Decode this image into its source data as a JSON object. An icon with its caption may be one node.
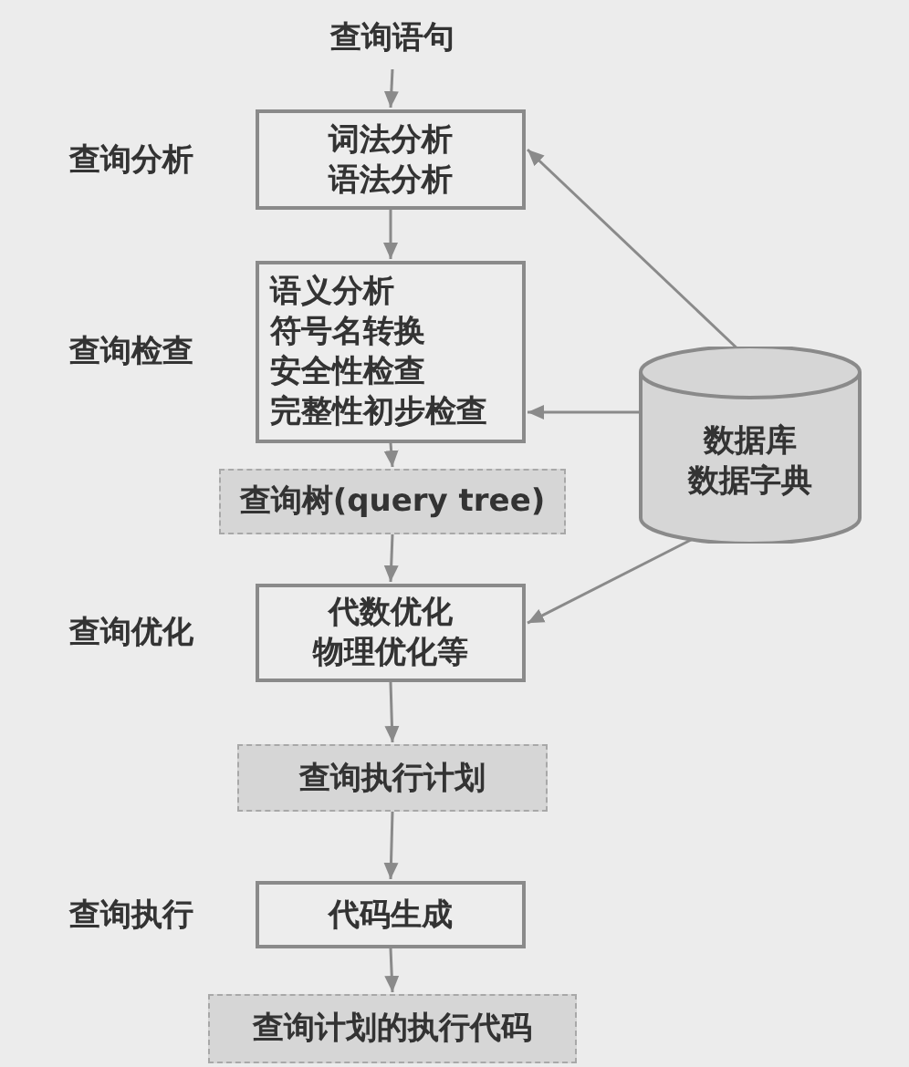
{
  "diagram": {
    "nodes": [
      {
        "text": [
          "查询语句"
        ]
      },
      {
        "text": [
          "词法分析",
          "语法分析"
        ],
        "beside": [
          "查询分析"
        ]
      },
      {
        "text": [
          "语义分析",
          "符号名转换",
          "安全性检查",
          "完整性初步检查"
        ],
        "beside": [
          "查询检查"
        ]
      },
      {
        "text": [
          "查询树(query tree)"
        ]
      },
      {
        "text": [
          "代数优化",
          "物理优化等"
        ],
        "beside": [
          "查询优化"
        ]
      },
      {
        "text": [
          "查询执行计划"
        ]
      },
      {
        "text": [
          "代码生成"
        ],
        "beside": [
          "查询执行"
        ]
      },
      {
        "text": [
          "查询计划的执行代码"
        ]
      },
      {
        "text": [
          "数据库",
          "数据字典"
        ]
      }
    ],
    "edges": [
      {
        "from": 0,
        "to": 1,
        "arrow": "to"
      },
      {
        "from": 1,
        "to": 2,
        "arrow": "to"
      },
      {
        "from": 2,
        "to": 3,
        "arrow": "to"
      },
      {
        "from": 3,
        "to": 4,
        "arrow": "to"
      },
      {
        "from": 4,
        "to": 5,
        "arrow": "to"
      },
      {
        "from": 5,
        "to": 6,
        "arrow": "to"
      },
      {
        "from": 6,
        "to": 7,
        "arrow": "to"
      },
      {
        "from": 8,
        "to": 1,
        "arrow": "to"
      },
      {
        "from": 8,
        "to": 2,
        "arrow": "to"
      },
      {
        "from": 8,
        "to": 4,
        "arrow": "to"
      }
    ]
  }
}
